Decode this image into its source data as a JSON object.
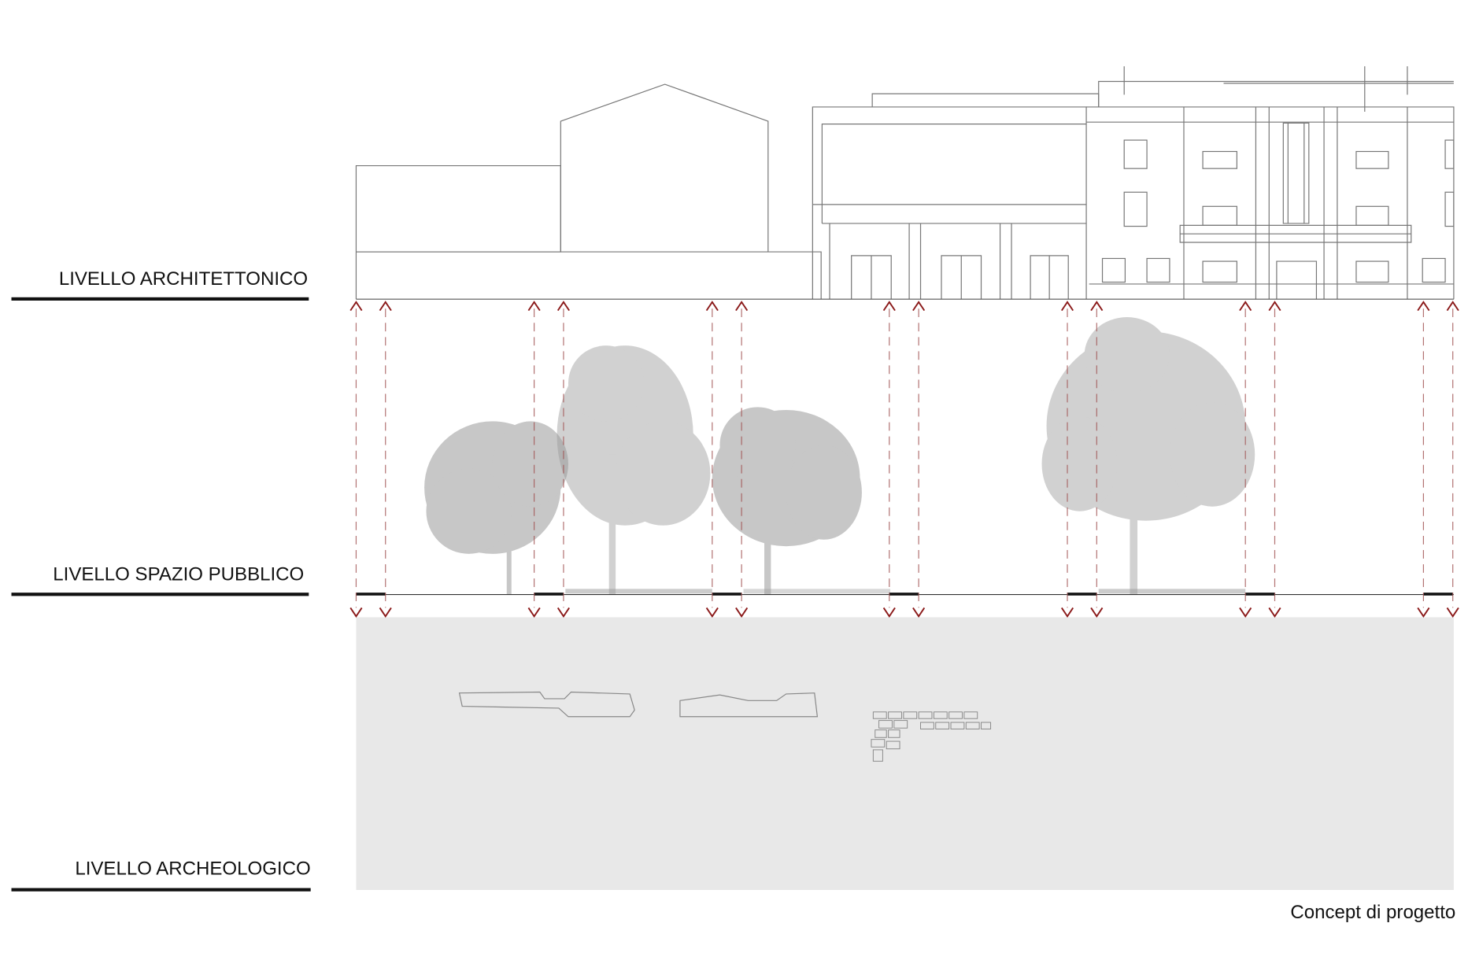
{
  "levels": {
    "architectural": "LIVELLO ARCHITETTONICO",
    "public_space": "LIVELLO SPAZIO PUBBLICO",
    "archaeological": "LIVELLO ARCHEOLOGICO"
  },
  "caption": "Concept di progetto",
  "colors": {
    "arrow": "#8b1a1a",
    "archaeological_fill": "#e8e8e8",
    "tree": "#9a9a9a"
  }
}
